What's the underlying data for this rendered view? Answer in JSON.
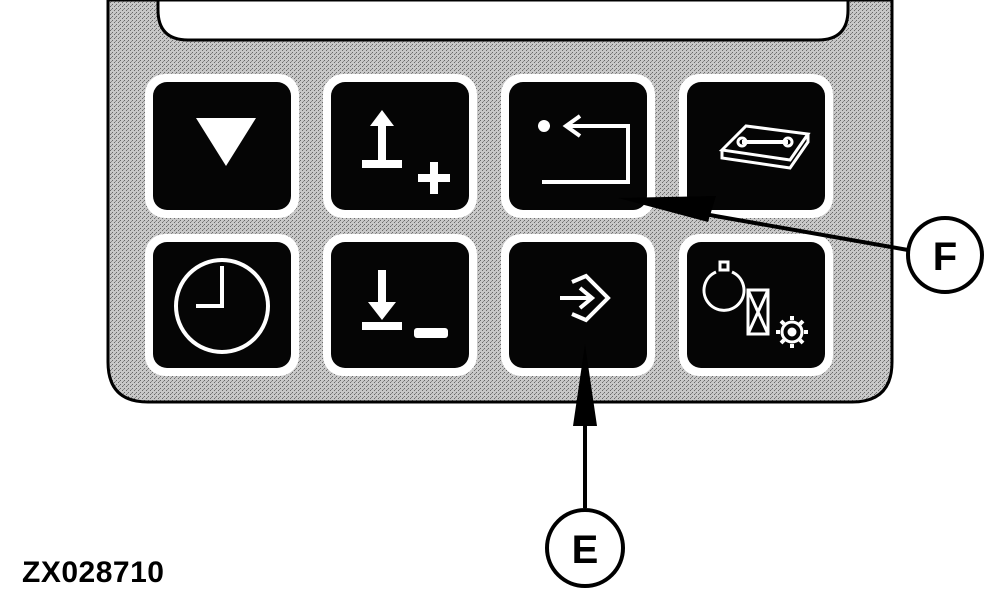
{
  "figure_id": "ZX028710",
  "callouts": {
    "e": "E",
    "f": "F"
  },
  "keypad": {
    "rows": [
      [
        {
          "icon": "down-triangle-icon"
        },
        {
          "icon": "lift-up-plus-icon"
        },
        {
          "icon": "return-arrow-icon"
        },
        {
          "icon": "service-manual-wrench-icon"
        }
      ],
      [
        {
          "icon": "clock-icon"
        },
        {
          "icon": "lower-down-minus-icon"
        },
        {
          "icon": "enter-diamond-arrow-icon"
        },
        {
          "icon": "engine-transmission-gear-icon"
        }
      ]
    ]
  },
  "colors": {
    "panel": "#bdbdbd",
    "key": "#050505",
    "ink": "#000000",
    "paper": "#ffffff"
  }
}
